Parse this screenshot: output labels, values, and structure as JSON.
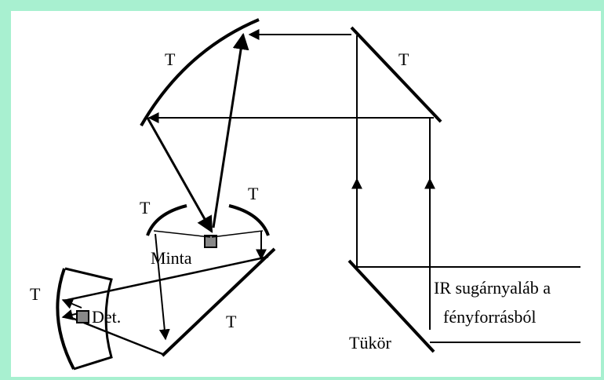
{
  "labels": {
    "t_top_left": "T",
    "t_top_right": "T",
    "t_sample_left": "T",
    "t_sample_right": "T",
    "minta": "Minta",
    "t_detector": "T",
    "det": "Det.",
    "t_bottom_mirror": "T",
    "tukor": "Tükör",
    "ir_line1": "IR sugárnyaláb a",
    "ir_line2": "fényforrásból"
  },
  "colors": {
    "frame": "#a8f0d0",
    "canvas": "#ffffff",
    "ink": "#000000"
  }
}
